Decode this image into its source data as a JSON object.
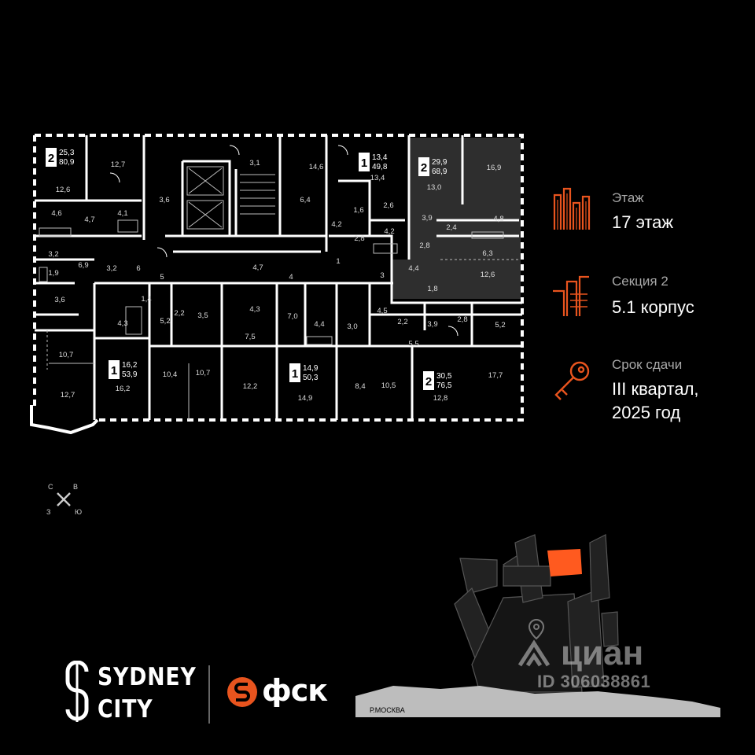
{
  "floor_plan": {
    "apartments": [
      {
        "rooms": "2",
        "living": "25,3",
        "total": "80,9"
      },
      {
        "rooms": "1",
        "living": "13,4",
        "total": "49,8"
      },
      {
        "rooms": "2",
        "living": "29,9",
        "total": "68,9"
      },
      {
        "rooms": "1",
        "living": "16,2",
        "total": "53,9"
      },
      {
        "rooms": "1",
        "living": "14,9",
        "total": "50,3"
      },
      {
        "rooms": "2",
        "living": "30,5",
        "total": "76,5"
      }
    ],
    "room_areas": [
      "12,7",
      "12,6",
      "4,6",
      "4,7",
      "4,1",
      "3,2",
      "6,9",
      "1,9",
      "3,2",
      "6",
      "3,6",
      "10,7",
      "12,7",
      "3,1",
      "3,6",
      "14,6",
      "6,4",
      "4,2",
      "13,4",
      "1,6",
      "2,6",
      "2,8",
      "4,2",
      "13,0",
      "16,9",
      "3,9",
      "2,4",
      "4,8",
      "2,8",
      "6,3",
      "4,4",
      "3",
      "12,6",
      "1,8",
      "5",
      "4",
      "4,7",
      "1,4",
      "4,3",
      "5,2",
      "2,2",
      "3,5",
      "4,3",
      "7,5",
      "7,0",
      "4,4",
      "3,0",
      "4,5",
      "2,2",
      "3,9",
      "2,8",
      "5,2",
      "5,5",
      "16,2",
      "10,4",
      "10,7",
      "12,2",
      "14,9",
      "8,4",
      "10,5",
      "12,8",
      "17,7",
      "1"
    ]
  },
  "info": {
    "floor_label": "Этаж",
    "floor_value": "17 этаж",
    "section_label": "Секция 2",
    "section_value": "5.1 корпус",
    "deadline_label": "Срок сдачи",
    "deadline_value_line1": "III квартал,",
    "deadline_value_line2": "2025 год"
  },
  "compass": {
    "n": "С",
    "e": "В",
    "w": "З",
    "s": "Ю"
  },
  "map": {
    "river_label": "Р.МОСКВА",
    "highlight_color": "#ff5a1f"
  },
  "logos": {
    "sydney_line1": "SYDNEY",
    "sydney_line2": "CITY",
    "fsk": "фск"
  },
  "watermark": {
    "brand": "циан",
    "id": "ID 306038861"
  },
  "colors": {
    "accent": "#e8541e",
    "walls": "#ffffff",
    "background": "#000000",
    "sold": "#333333"
  }
}
